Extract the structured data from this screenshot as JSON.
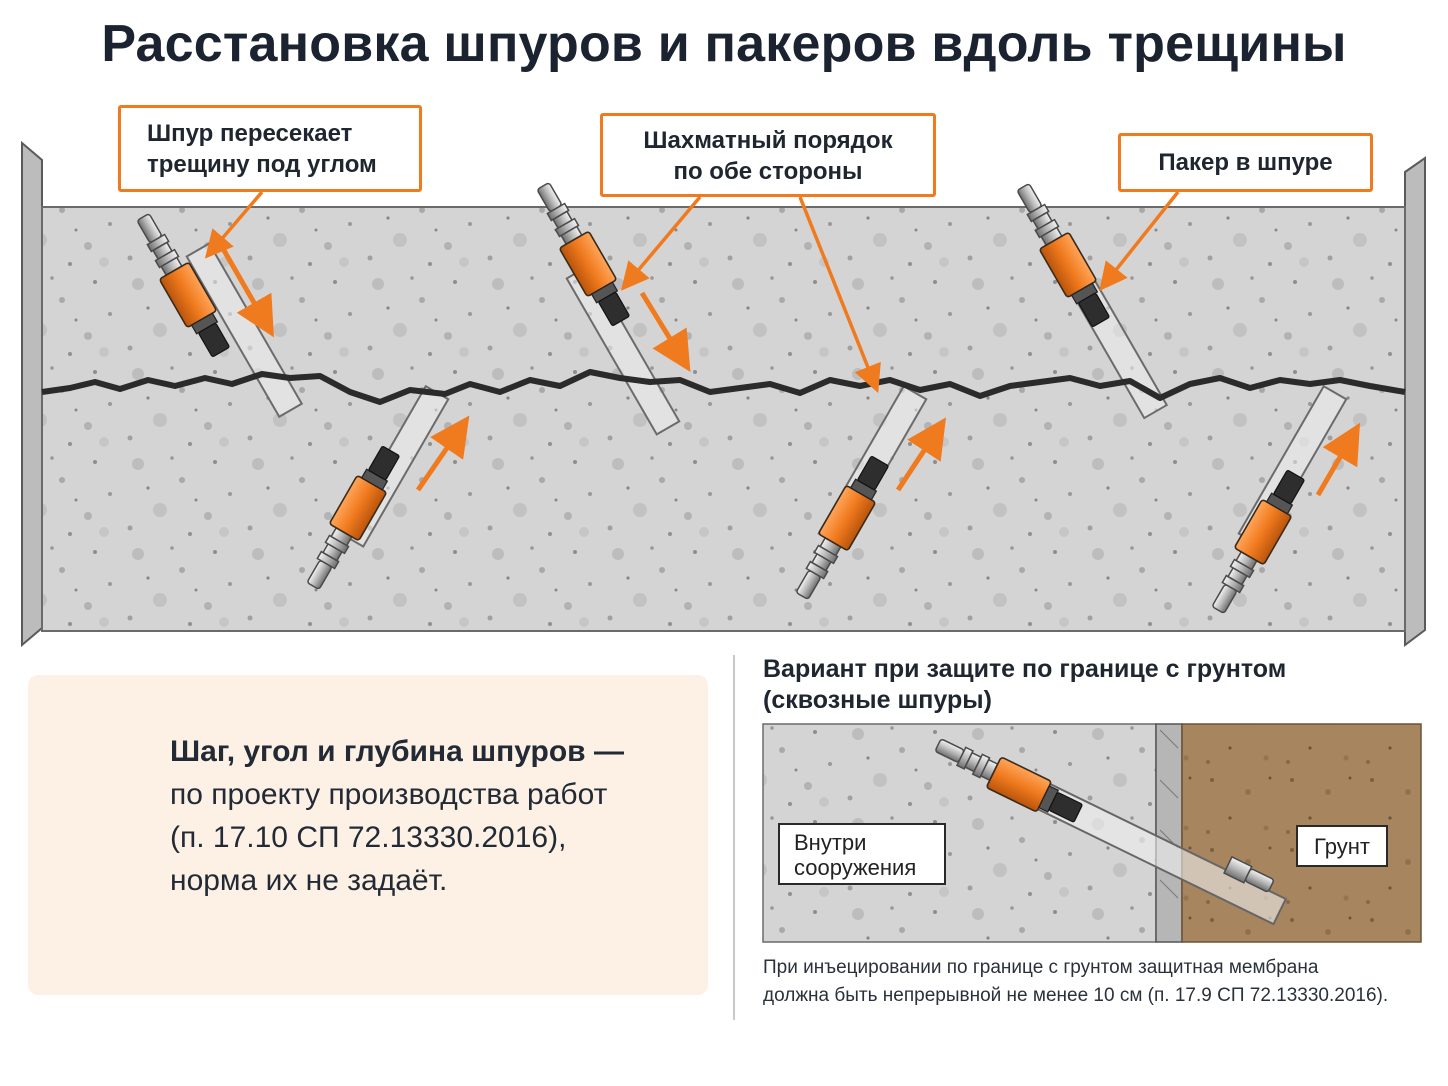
{
  "title": "Расстановка шпуров и пакеров вдоль трещины",
  "callouts": {
    "angle": [
      "Шпур пересекает",
      "трещину под углом"
    ],
    "chess": [
      "Шахматный порядок",
      "по обе стороны"
    ],
    "packer": "Пакер в шпуре"
  },
  "note": {
    "bold": "Шаг, угол и глубина шпуров —",
    "lines": [
      "по проекту производства работ",
      "(п. 17.10 СП 72.13330.2016),",
      "норма их не задаёт."
    ]
  },
  "variant": {
    "title_lines": [
      "Вариант при защите по границе с грунтом",
      "(сквозные шпуры)"
    ],
    "inside_label": [
      "Внутри",
      "сооружения"
    ],
    "ground_label": "Грунт",
    "caption_lines": [
      "При инъецировании по границе с грунтом защитная мембрана",
      "должна быть непрерывной не менее 10 см (п. 17.9 СП 72.13330.2016)."
    ]
  },
  "colors": {
    "accent": "#f07a1e",
    "concrete": "#d3d3d3",
    "crack": "#2b2b2b",
    "ground": "#a5855f",
    "note_bg": "#fdf1e6"
  },
  "icons": {
    "note": "document-icon"
  }
}
